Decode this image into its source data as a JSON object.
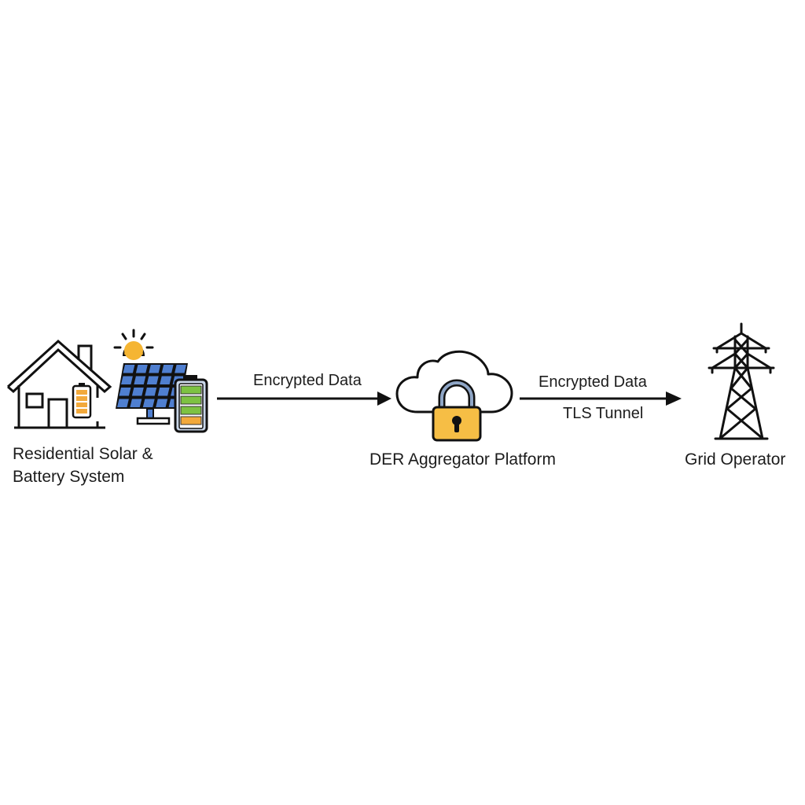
{
  "diagram": {
    "nodes": [
      {
        "id": "residential",
        "label_line1": "Residential Solar &",
        "label_line2": "Battery System",
        "icons": [
          "house-icon",
          "sun-icon",
          "solar-panel-icon",
          "battery-icon"
        ]
      },
      {
        "id": "aggregator",
        "label": "DER Aggregator Platform",
        "icons": [
          "cloud-icon",
          "padlock-icon"
        ]
      },
      {
        "id": "grid",
        "label": "Grid Operator",
        "icons": [
          "transmission-tower-icon"
        ]
      }
    ],
    "edges": [
      {
        "from": "residential",
        "to": "aggregator",
        "label_top": "Encrypted Data"
      },
      {
        "from": "aggregator",
        "to": "grid",
        "label_top": "Encrypted Data",
        "label_bottom": "TLS Tunnel"
      }
    ]
  },
  "colors": {
    "stroke": "#111111",
    "sun": "#F5B533",
    "panel_cell": "#4F7FD0",
    "battery_green": "#7DC242",
    "battery_orange": "#F2A93B",
    "padlock_body": "#F6BE45",
    "padlock_shackle": "#8FA6C6"
  }
}
